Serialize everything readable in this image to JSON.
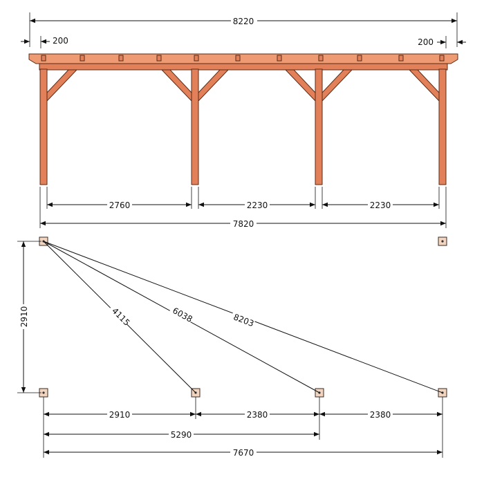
{
  "colors": {
    "wood": "#e2805a",
    "wood_outline": "#5a2a14",
    "footing": "#f2d5c0",
    "line": "#111111"
  },
  "elevation": {
    "overall_width": "8220",
    "overhang_left": "200",
    "overhang_right": "200",
    "span_1": "2760",
    "span_2": "2230",
    "span_3": "2230",
    "post_total": "7820"
  },
  "plan": {
    "depth": "2910",
    "diagonal_1": "4115",
    "diagonal_2": "6038",
    "diagonal_3": "8203",
    "bottom_span_1": "2910",
    "bottom_span_2": "2380",
    "bottom_span_3": "2380",
    "cumulative_1": "5290",
    "cumulative_total": "7670"
  }
}
